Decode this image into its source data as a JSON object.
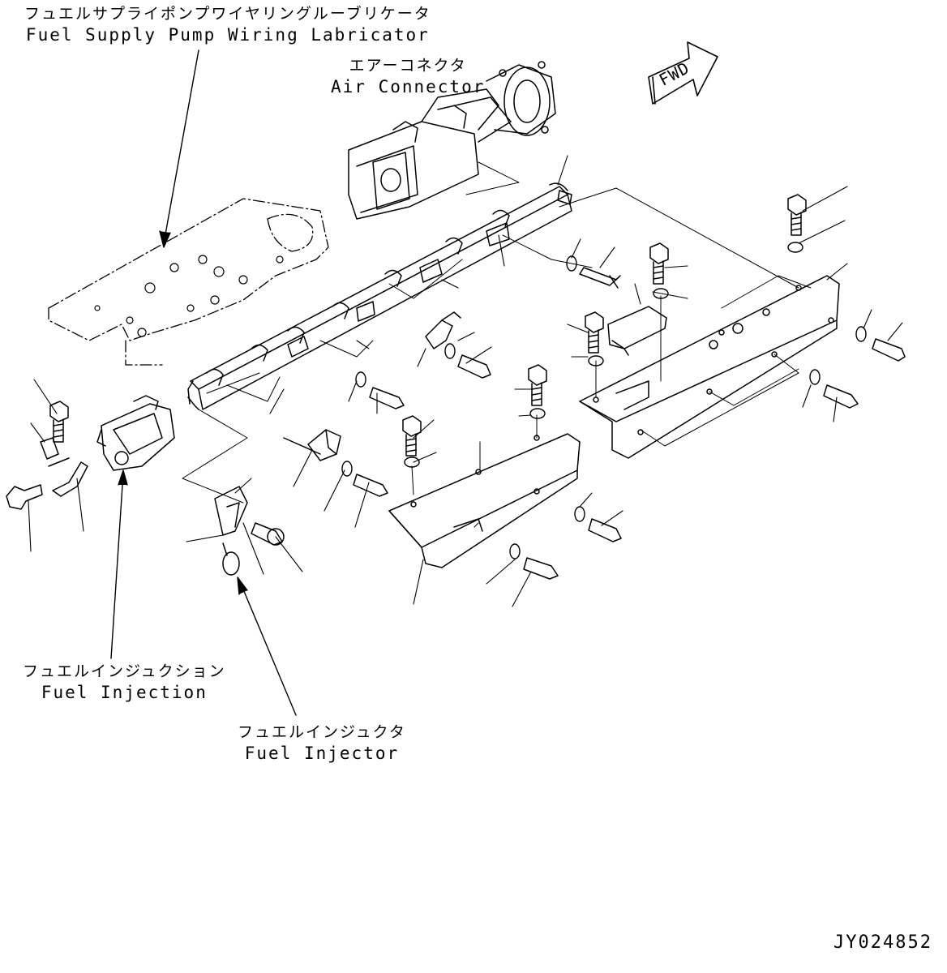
{
  "labels": {
    "fuel_supply_pump_wiring": {
      "jp": "フュエルサプライポンプワイヤリングルーブリケータ",
      "en": "Fuel Supply Pump Wiring Labricator"
    },
    "air_connector": {
      "jp": "エアーコネクタ",
      "en": "Air Connector"
    },
    "fuel_injection": {
      "jp": "フュエルインジュクション",
      "en": "Fuel Injection"
    },
    "fuel_injector": {
      "jp": "フュエルインジュクタ",
      "en": "Fuel Injector"
    },
    "fwd": "FWD"
  },
  "drawing_code": "JY024852"
}
